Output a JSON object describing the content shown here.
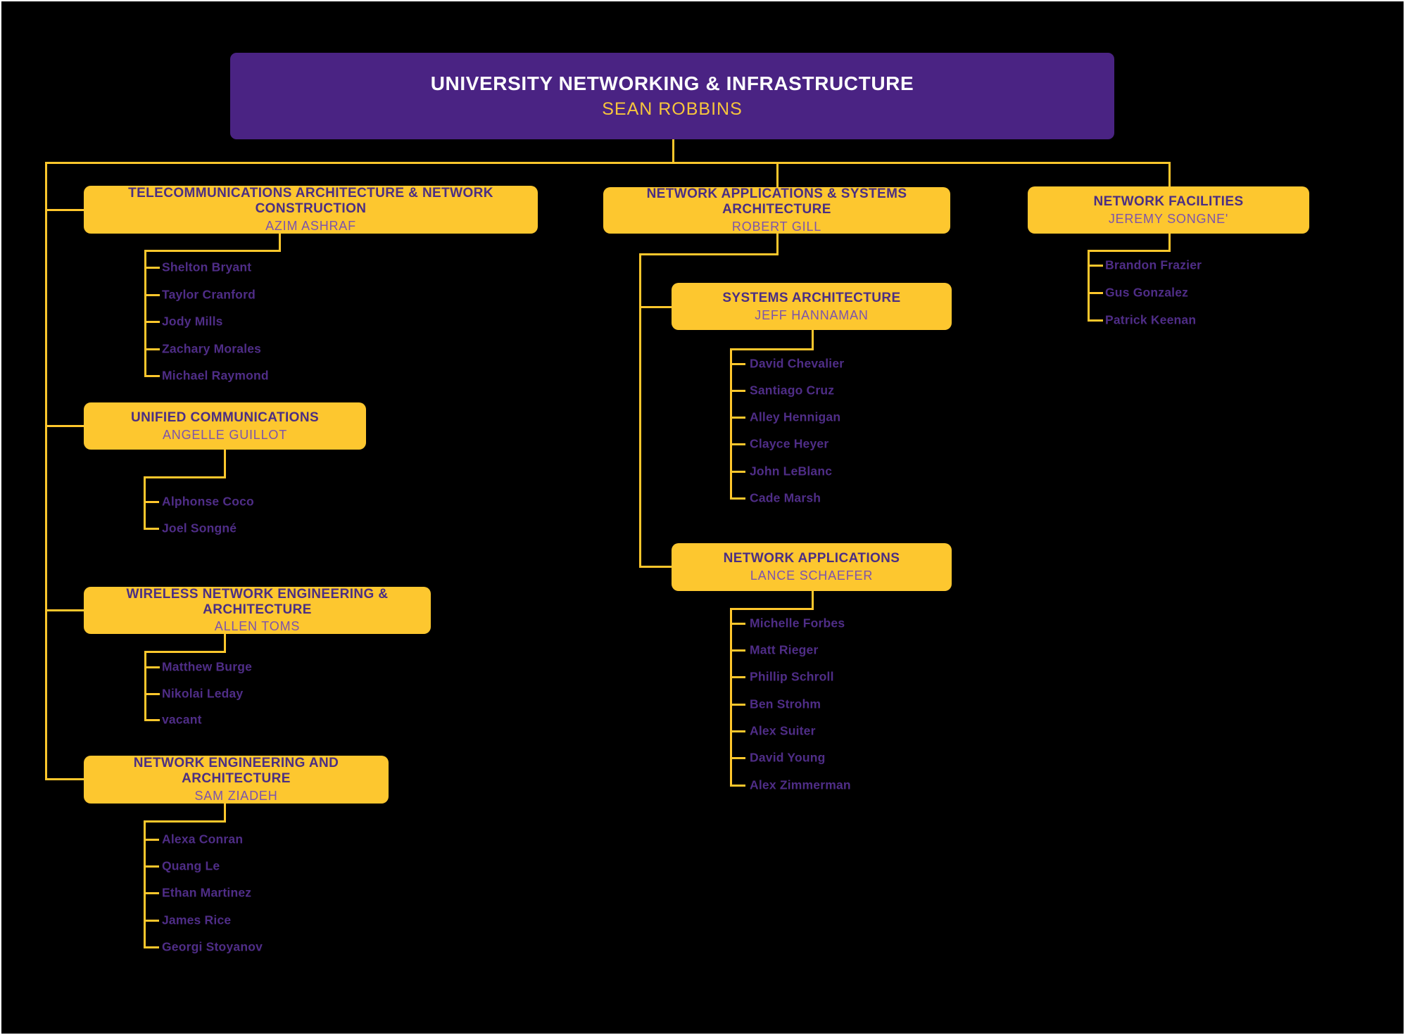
{
  "root": {
    "title": "UNIVERSITY NETWORKING & INFRASTRUCTURE",
    "manager": "SEAN ROBBINS"
  },
  "departments": {
    "telecom": {
      "title": "TELECOMMUNICATIONS ARCHITECTURE & NETWORK CONSTRUCTION",
      "manager": "AZIM ASHRAF",
      "members": [
        "Shelton Bryant",
        "Taylor Cranford",
        "Jody Mills",
        "Zachary Morales",
        "Michael Raymond"
      ]
    },
    "unified": {
      "title": "UNIFIED COMMUNICATIONS",
      "manager": "ANGELLE GUILLOT",
      "members": [
        "Alphonse Coco",
        "Joel Songné"
      ]
    },
    "wireless": {
      "title": "WIRELESS NETWORK ENGINEERING & ARCHITECTURE",
      "manager": "ALLEN TOMS",
      "members": [
        "Matthew Burge",
        "Nikolai Leday",
        "vacant"
      ]
    },
    "network_engineering": {
      "title": "NETWORK ENGINEERING AND ARCHITECTURE",
      "manager": "SAM ZIADEH",
      "members": [
        "Alexa Conran",
        "Quang Le",
        "Ethan Martinez",
        "James Rice",
        "Georgi Stoyanov"
      ]
    },
    "network_apps_systems": {
      "title": "NETWORK APPLICATIONS & SYSTEMS ARCHITECTURE",
      "manager": "ROBERT GILL"
    },
    "systems_architecture": {
      "title": "SYSTEMS ARCHITECTURE",
      "manager": "JEFF HANNAMAN",
      "members": [
        "David Chevalier",
        "Santiago Cruz",
        "Alley Hennigan",
        "Clayce Heyer",
        "John LeBlanc",
        "Cade Marsh"
      ]
    },
    "network_applications": {
      "title": "NETWORK APPLICATIONS",
      "manager": "LANCE SCHAEFER",
      "members": [
        "Michelle Forbes",
        "Matt Rieger",
        "Phillip Schroll",
        "Ben Strohm",
        "Alex Suiter",
        "David Young",
        "Alex Zimmerman"
      ]
    },
    "network_facilities": {
      "title": "NETWORK FACILITIES",
      "manager": "JEREMY SONGNE'",
      "members": [
        "Brandon Frazier",
        "Gus Gonzalez",
        "Patrick Keenan"
      ]
    }
  },
  "colors": {
    "background": "#000000",
    "canvas_border": "#FFFFFF",
    "box_fill_yellow": "#FDC72F",
    "box_fill_purple": "#4A2383",
    "connector_yellow": "#FFC72C",
    "title_text_dark_purple": "#4B2E83",
    "manager_text_light_purple": "#7C53AD",
    "member_text_purple": "#4F2D87",
    "root_title_white": "#FFFFFF",
    "root_manager_yellow": "#F7C53C"
  }
}
